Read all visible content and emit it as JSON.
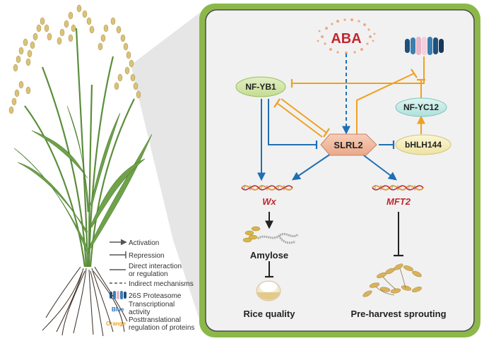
{
  "nodes": {
    "aba": "ABA",
    "nfyb1": "NF-YB1",
    "slrl2": "SLRL2",
    "bhlh144": "bHLH144",
    "nfyc12": "NF-YC12"
  },
  "genes": {
    "wx": "Wx",
    "mft2": "MFT2"
  },
  "products": {
    "amylose": "Amylose"
  },
  "outcomes": {
    "rice_quality": "Rice quality",
    "sprouting": "Pre-harvest sprouting"
  },
  "legend": {
    "activation": "Activation",
    "repression": "Repression",
    "direct_line1": "Direct interaction",
    "direct_line2": "or regulation",
    "indirect": "Indirect mechanisms",
    "proteasome": "26S Proteasome",
    "blue_key": "Blue",
    "blue_line1": "Transcriptional",
    "blue_line2": "activity",
    "orange_key": "Orange",
    "orange_line1": "Posttranslational",
    "orange_line2": "regulation of proteins"
  },
  "colors": {
    "blue": "#1f6fb4",
    "orange": "#f0a020",
    "outer_frame": "#8cb84a",
    "panel_bg": "#f1f1f1",
    "aba_red": "#c0282e",
    "gene_red": "#c0282e"
  }
}
